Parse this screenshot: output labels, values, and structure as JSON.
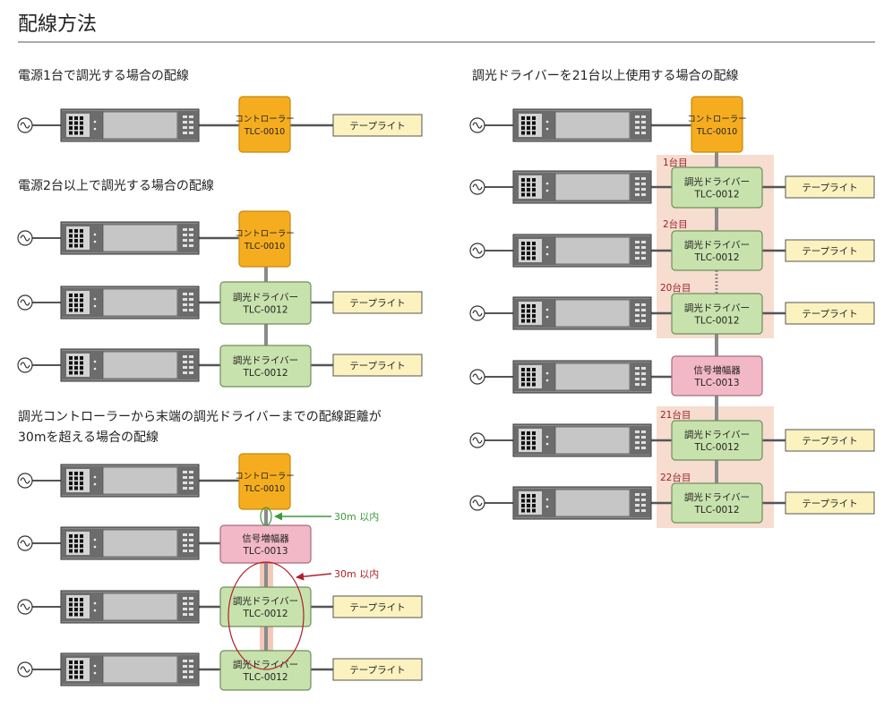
{
  "page_title": "配線方法",
  "sections": {
    "single": {
      "heading": "電源1台で調光する場合の配線"
    },
    "multi": {
      "heading": "電源2台以上で調光する場合の配線"
    },
    "long": {
      "heading_line1": "調光コントローラーから末端の調光ドライバーまでの配線距離が",
      "heading_line2": "30mを超える場合の配線"
    },
    "many": {
      "heading": "調光ドライバーを21台以上使用する場合の配線"
    }
  },
  "devices": {
    "controller": {
      "name": "コントローラー",
      "model": "TLC-0010"
    },
    "driver": {
      "name": "調光ドライバー",
      "model": "TLC-0012"
    },
    "amplifier": {
      "name": "信号増幅器",
      "model": "TLC-0013"
    },
    "tape": {
      "name": "テープライト"
    }
  },
  "distance_notes": {
    "green": "30m 以内",
    "red": "30m 以内"
  },
  "unit_labels": [
    "1台目",
    "2台目",
    "20台目",
    "21台目",
    "22台目"
  ],
  "colors": {
    "controller": "#f5ad1f",
    "driver": "#c8e2ad",
    "amplifier": "#f3b8c8",
    "tape": "#fbf2bf",
    "unit_panel": "#f6ddd0",
    "unit_label": "#a0202a",
    "note_green": "#3a9a3a",
    "note_red": "#b0202a"
  }
}
